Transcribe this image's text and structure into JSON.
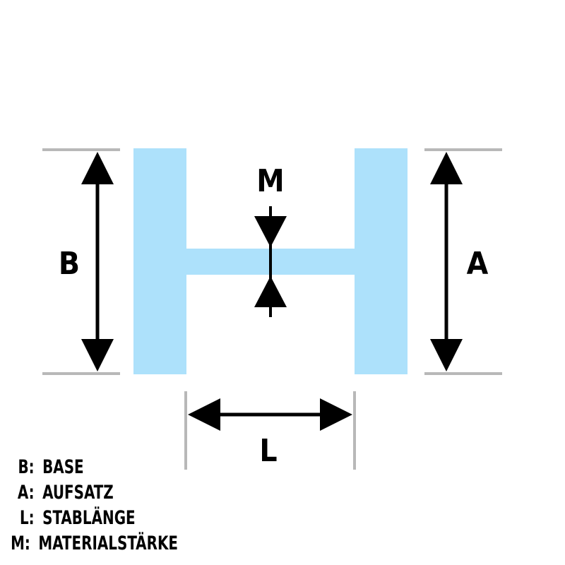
{
  "colors": {
    "profile": "#ade1fb",
    "dimension": "#000000",
    "extension_line": "#b8b8b8",
    "background": "#ffffff"
  },
  "labels": {
    "b": "B",
    "a": "A",
    "l": "L",
    "m": "M"
  },
  "legend": [
    {
      "key": "B:",
      "text": "BASE"
    },
    {
      "key": "A:",
      "text": "AUFSATZ"
    },
    {
      "key": "L:",
      "text": "STABLÄNGE"
    },
    {
      "key": "M:",
      "text": "MATERIALSTÄRKE"
    }
  ]
}
